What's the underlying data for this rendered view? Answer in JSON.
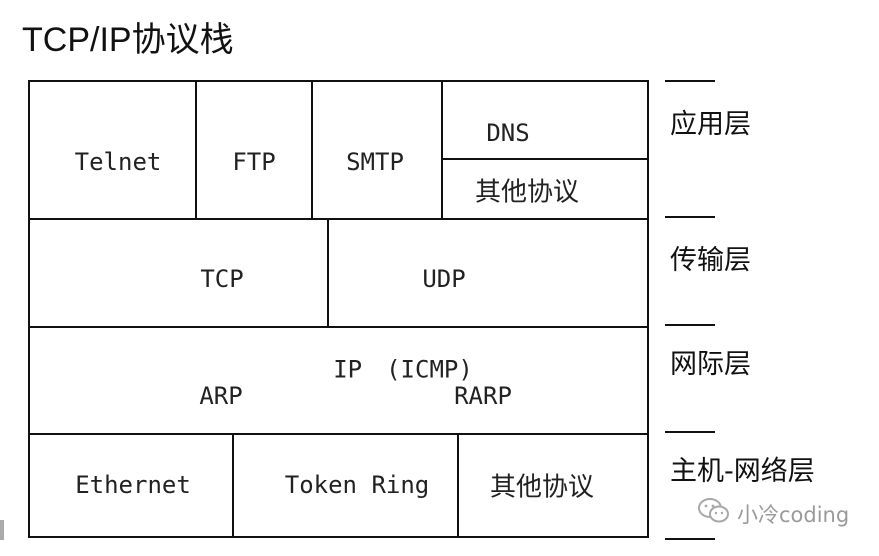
{
  "title": "TCP/IP协议栈",
  "layers": [
    {
      "name": "应用层",
      "protocols": [
        "Telnet",
        "FTP",
        "SMTP",
        "DNS",
        "其他协议"
      ]
    },
    {
      "name": "传输层",
      "protocols": [
        "TCP",
        "UDP"
      ]
    },
    {
      "name": "网际层",
      "protocols": [
        "IP　(ICMP)",
        "ARP",
        "RARP"
      ]
    },
    {
      "name": "主机-网络层",
      "protocols": [
        "Ethernet",
        "Token Ring",
        "其他协议"
      ]
    }
  ],
  "watermark": {
    "text": "小冷coding",
    "icon": "wechat-icon"
  }
}
